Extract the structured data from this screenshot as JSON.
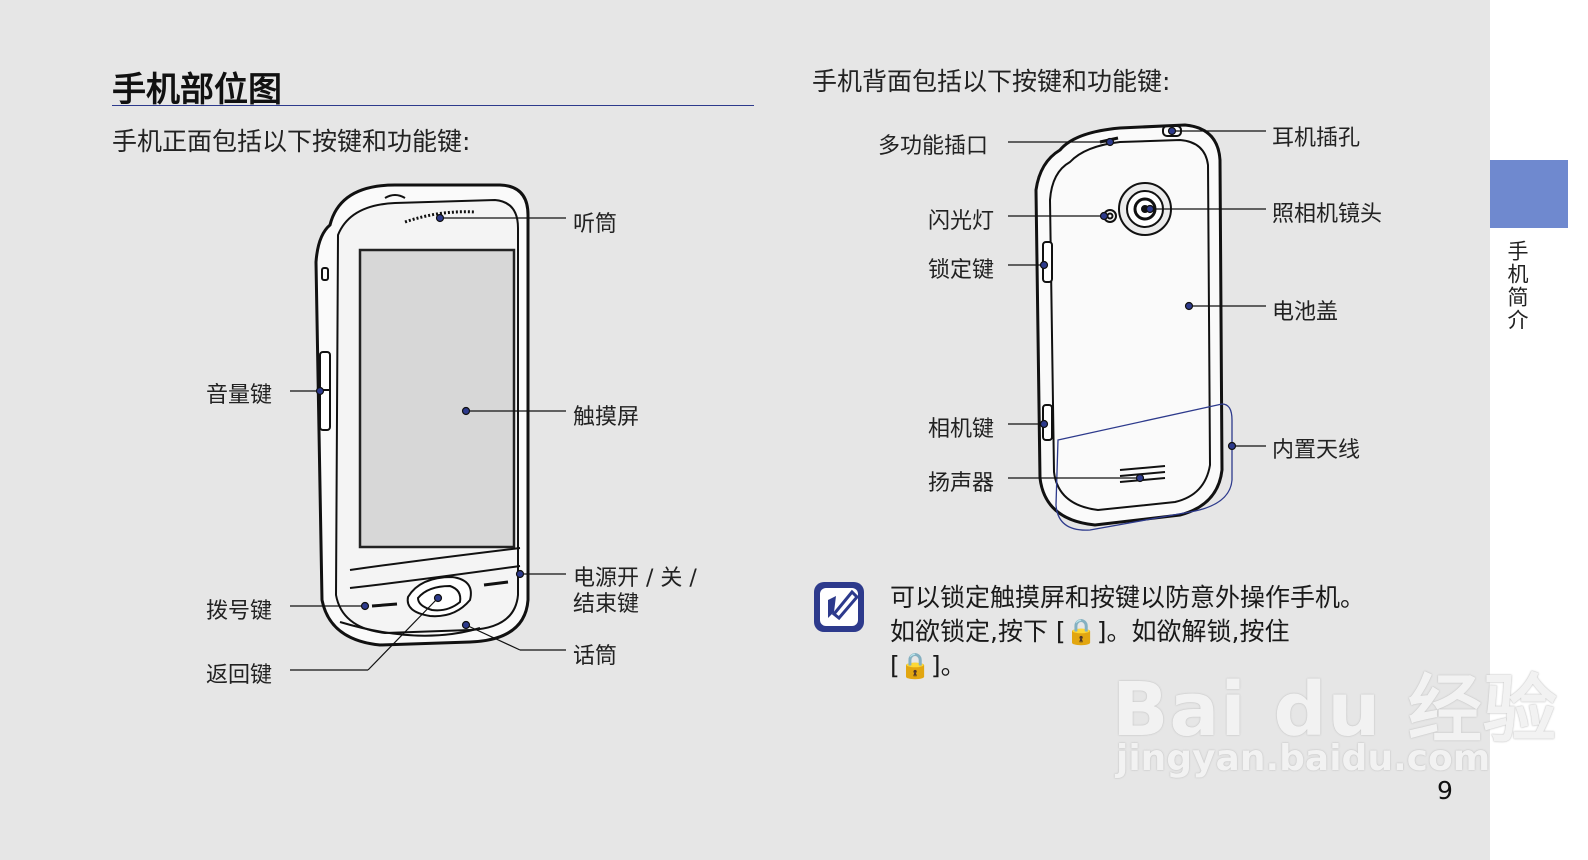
{
  "section": {
    "title": "手机部位图",
    "front_intro": "手机正面包括以下按键和功能键:",
    "back_intro": "手机背面包括以下按键和功能键:"
  },
  "front_labels": {
    "earpiece": "听筒",
    "volume_key": "音量键",
    "touchscreen": "触摸屏",
    "power_end_key_line1": "电源开 / 关 /",
    "power_end_key_line2": "结束键",
    "dial_key": "拨号键",
    "mouthpiece": "话筒",
    "back_key": "返回键"
  },
  "back_labels": {
    "multifunction_jack": "多功能插口",
    "headset_jack": "耳机插孔",
    "flash": "闪光灯",
    "camera_lens": "照相机镜头",
    "lock_key": "锁定键",
    "battery_cover": "电池盖",
    "camera_key": "相机键",
    "internal_antenna": "内置天线",
    "speaker": "扬声器"
  },
  "note": {
    "line1": "可以锁定触摸屏和按键以防意外操作手机。",
    "line2": "如欲锁定,按下 [🔒]。如欲解锁,按住",
    "line3": "[🔒]。"
  },
  "side_tab": {
    "label": "手机简介"
  },
  "page_number": "9",
  "watermark": {
    "brand": "Bai du 经验",
    "url": "jingyan.baidu.com"
  },
  "colors": {
    "accent": "#2d3a8c",
    "tab": "#6f89cf",
    "page_bg": "#e6e6e6"
  },
  "icons": {
    "note": "pencil-note-icon"
  }
}
